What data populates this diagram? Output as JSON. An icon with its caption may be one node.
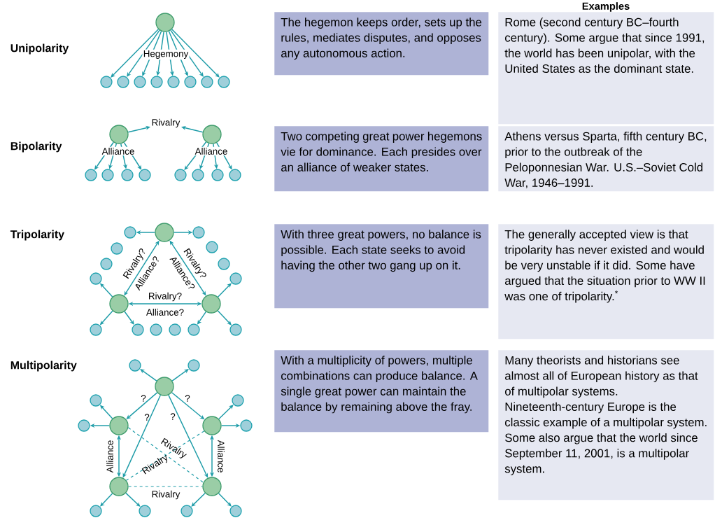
{
  "diagram": {
    "nodes": [
      {
        "text": [],
        "shape": "circle"
      },
      {
        "text": [],
        "shape": "circle"
      },
      {
        "text": [],
        "shape": "circle"
      },
      {
        "text": [],
        "shape": "circle"
      },
      {
        "text": [],
        "shape": "circle"
      },
      {
        "text": [],
        "shape": "circle"
      },
      {
        "text": [],
        "shape": "circle"
      },
      {
        "text": [],
        "shape": "circle"
      },
      {
        "text": [],
        "shape": "circle"
      },
      {
        "text": [
          "The hegemon keeps order, sets up the rules, mediates disputes, and opposes any autonomous action."
        ]
      },
      {
        "text": [
          "Rome (second century BC–fourth century). Some argue that since 1991, the world has been unipolar, with the United States as the dominant state."
        ]
      },
      {
        "text": [],
        "shape": "circle"
      },
      {
        "text": [],
        "shape": "circle"
      },
      {
        "text": [],
        "shape": "circle"
      },
      {
        "text": [],
        "shape": "circle"
      },
      {
        "text": [],
        "shape": "circle"
      },
      {
        "text": [],
        "shape": "circle"
      },
      {
        "text": [],
        "shape": "circle"
      },
      {
        "text": [],
        "shape": "circle"
      },
      {
        "text": [],
        "shape": "circle"
      },
      {
        "text": [],
        "shape": "circle"
      },
      {
        "text": [
          "Two competing great power hegemons vie for dominance. Each presides over an alliance of weaker states."
        ]
      },
      {
        "text": [
          "Athens versus Sparta, fifth century BC, prior to the outbreak of the Peloponnesian War. U.S.–Soviet Cold War, 1946–1991."
        ]
      },
      {
        "text": [],
        "shape": "circle"
      },
      {
        "text": [],
        "shape": "circle"
      },
      {
        "text": [],
        "shape": "circle"
      },
      {
        "text": [],
        "shape": "circle"
      },
      {
        "text": [],
        "shape": "circle"
      },
      {
        "text": [],
        "shape": "circle"
      },
      {
        "text": [],
        "shape": "circle"
      },
      {
        "text": [],
        "shape": "circle"
      },
      {
        "text": [],
        "shape": "circle"
      },
      {
        "text": [],
        "shape": "circle"
      },
      {
        "text": [],
        "shape": "circle"
      },
      {
        "text": [],
        "shape": "circle"
      },
      {
        "text": [],
        "shape": "circle"
      },
      {
        "text": [],
        "shape": "circle"
      },
      {
        "text": [],
        "shape": "circle"
      },
      {
        "text": [],
        "shape": "circle"
      },
      {
        "text": [],
        "shape": "circle"
      },
      {
        "text": [
          "With three great powers, no balance is possible. Each state seeks to avoid having the other two gang up on it."
        ]
      },
      {
        "text": [
          "The generally accepted view is that tripolarity has never existed and would be very unstable if it did. Some have argued that the situation prior to WW II was one of tripolarity.$^{*}$"
        ]
      },
      {
        "text": [],
        "shape": "circle"
      },
      {
        "text": [],
        "shape": "circle"
      },
      {
        "text": [],
        "shape": "circle"
      },
      {
        "text": [],
        "shape": "circle"
      },
      {
        "text": [],
        "shape": "circle"
      },
      {
        "text": [],
        "shape": "circle"
      },
      {
        "text": [],
        "shape": "circle"
      },
      {
        "text": [],
        "shape": "circle"
      },
      {
        "text": [],
        "shape": "circle"
      },
      {
        "text": [],
        "shape": "circle"
      },
      {
        "text": [],
        "shape": "circle"
      },
      {
        "text": [],
        "shape": "circle"
      },
      {
        "text": [],
        "shape": "circle"
      },
      {
        "text": [],
        "shape": "circle"
      },
      {
        "text": [],
        "shape": "circle"
      },
      {
        "text": [
          "With a multiplicity of powers, multiple combinations can produce balance. A single great power can maintain the balance by remaining above the fray."
        ]
      },
      {
        "text": [
          "Many theorists and historians see almost all of European history as that of multipolar systems. Nineteenth-century Europe is the classic example of a multipolar system. Some also argue that the world since September 11, 2001, is a multipolar system."
        ]
      },
      {
        "text": [
          "Rivalry"
        ]
      }
    ],
    "edges": [
      {
        "from": 0,
        "to": 1,
        "arrow": "to"
      },
      {
        "from": 0,
        "to": 2,
        "arrow": "to"
      },
      {
        "from": 0,
        "to": 3,
        "arrow": "to"
      },
      {
        "from": 0,
        "to": 4,
        "arrow": "to"
      },
      {
        "from": 0,
        "to": 5,
        "arrow": "to"
      },
      {
        "from": 0,
        "to": 6,
        "arrow": "to"
      },
      {
        "from": 0,
        "to": 7,
        "arrow": "to"
      },
      {
        "from": 0,
        "to": 8,
        "arrow": "to"
      },
      {
        "from": 11,
        "to": 59,
        "arrow": "to"
      },
      {
        "from": 12,
        "to": 59,
        "arrow": "to"
      },
      {
        "from": 11,
        "to": 13,
        "arrow": "to"
      },
      {
        "from": 11,
        "to": 14,
        "arrow": "to"
      },
      {
        "from": 11,
        "to": 15,
        "arrow": "to"
      },
      {
        "from": 11,
        "to": 16,
        "arrow": "to"
      },
      {
        "from": 12,
        "to": 17,
        "arrow": "to"
      },
      {
        "from": 12,
        "to": 18,
        "arrow": "to"
      },
      {
        "from": 12,
        "to": 19,
        "arrow": "to"
      },
      {
        "from": 12,
        "to": 20,
        "arrow": "to"
      },
      {
        "from": 23,
        "to": 26,
        "arrow": "to"
      },
      {
        "from": 23,
        "to": 27,
        "arrow": "to"
      },
      {
        "from": 23,
        "to": 24,
        "arrow": "both",
        "label": "Rivalry?"
      },
      {
        "from": 23,
        "to": 25,
        "arrow": "both",
        "label": "Rivalry?"
      },
      {
        "from": 24,
        "to": 25,
        "arrow": "both",
        "label": "Rivalry?"
      },
      {
        "from": 24,
        "to": 32,
        "arrow": "to"
      },
      {
        "from": 24,
        "to": 34,
        "arrow": "to"
      },
      {
        "from": 24,
        "to": 35,
        "arrow": "to"
      },
      {
        "from": 25,
        "to": 33,
        "arrow": "to"
      },
      {
        "from": 25,
        "to": 38,
        "arrow": "to"
      },
      {
        "from": 25,
        "to": 39,
        "arrow": "to"
      },
      {
        "from": 42,
        "to": 47,
        "arrow": "to"
      },
      {
        "from": 42,
        "to": 48,
        "arrow": "to"
      },
      {
        "from": 42,
        "to": 43,
        "arrow": "to",
        "label": "?"
      },
      {
        "from": 42,
        "to": 44,
        "arrow": "to",
        "label": "?"
      },
      {
        "from": 42,
        "to": 45,
        "arrow": "to",
        "label": "?"
      },
      {
        "from": 42,
        "to": 46,
        "arrow": "to",
        "label": "?"
      },
      {
        "from": 43,
        "to": 49,
        "arrow": "to"
      },
      {
        "from": 43,
        "to": 51,
        "arrow": "to"
      },
      {
        "from": 44,
        "to": 50,
        "arrow": "to"
      },
      {
        "from": 44,
        "to": 52,
        "arrow": "to"
      },
      {
        "from": 43,
        "to": 45,
        "arrow": "both",
        "label": "Alliance"
      },
      {
        "from": 44,
        "to": 46,
        "arrow": "both",
        "label": "Alliance"
      },
      {
        "from": 43,
        "to": 46,
        "arrow": "none",
        "label": "Rivalry",
        "style": "dashed"
      },
      {
        "from": 44,
        "to": 45,
        "arrow": "none",
        "label": "Rivalry",
        "style": "dashed"
      },
      {
        "from": 45,
        "to": 46,
        "arrow": "none",
        "label": "Rivalry",
        "style": "dashed"
      },
      {
        "from": 45,
        "to": 53,
        "arrow": "to"
      },
      {
        "from": 45,
        "to": 54,
        "arrow": "to"
      },
      {
        "from": 46,
        "to": 55,
        "arrow": "to"
      },
      {
        "from": 46,
        "to": 56,
        "arrow": "to"
      }
    ],
    "labels": [
      "Examples",
      "Unipolarity",
      "Hegemony",
      "Bipolarity",
      "Alliance",
      "Alliance",
      "Tripolarity",
      "Alliance?",
      "Alliance?",
      "Alliance?",
      "Multipolarity"
    ]
  }
}
